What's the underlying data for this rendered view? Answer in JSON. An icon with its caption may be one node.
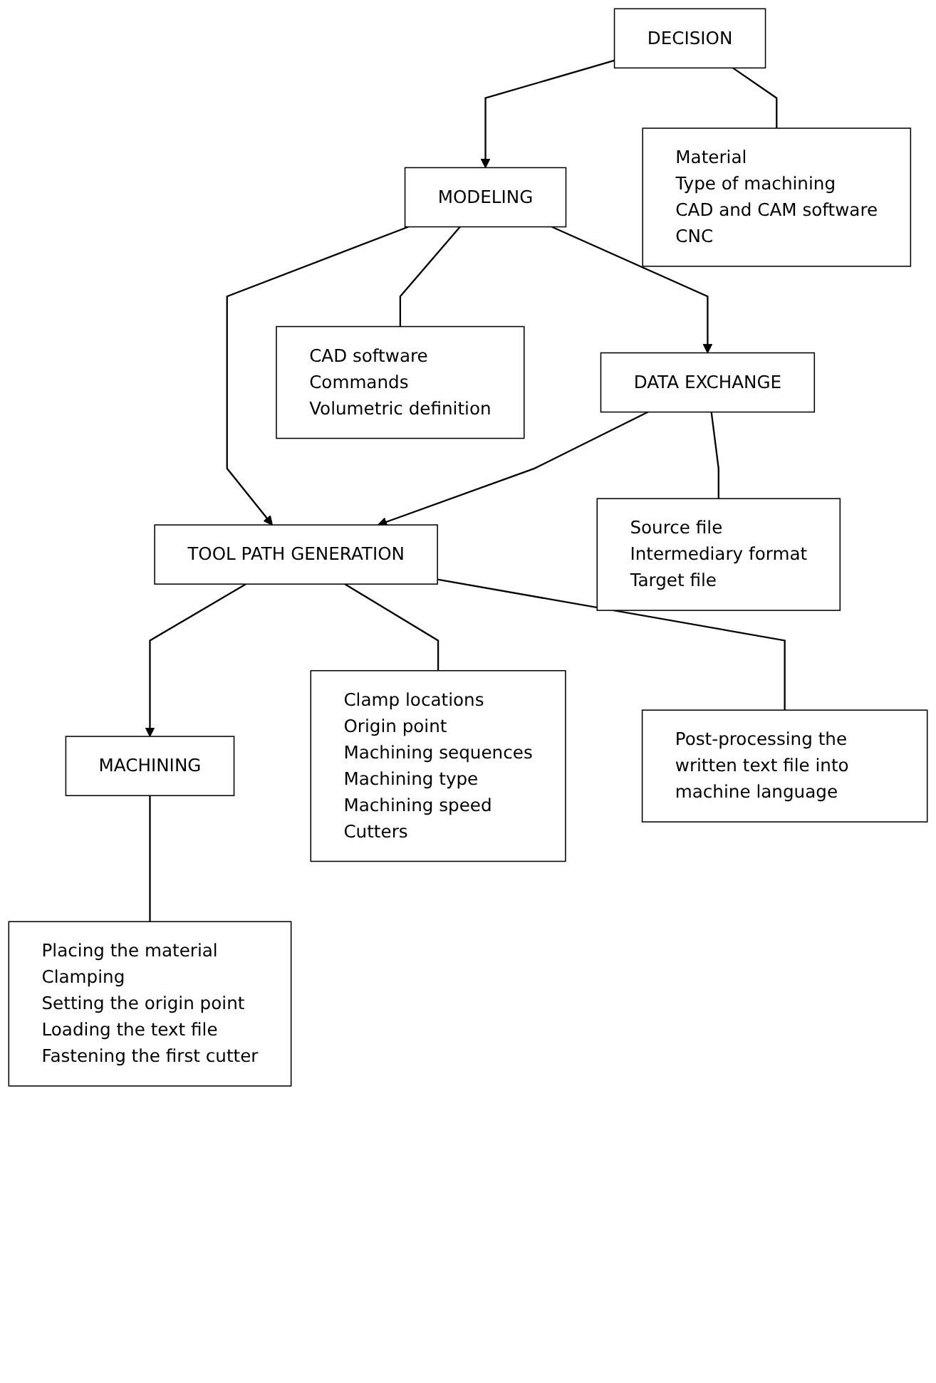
{
  "diagram": {
    "nodes": [
      {
        "text": [
          "DECISION"
        ]
      },
      {
        "text": [
          "Material",
          "Type of machining",
          "CAD and CAM software",
          "CNC"
        ]
      },
      {
        "text": [
          "MODELING"
        ]
      },
      {
        "text": [
          "CAD software",
          "Commands",
          "Volumetric definition"
        ]
      },
      {
        "text": [
          "DATA EXCHANGE"
        ]
      },
      {
        "text": [
          "Source file",
          "Intermediary format",
          "Target file"
        ]
      },
      {
        "text": [
          "TOOL PATH GENERATION"
        ]
      },
      {
        "text": [
          "Clamp locations",
          "Origin point",
          "Machining sequences",
          "Machining type",
          "Machining speed",
          "Cutters"
        ]
      },
      {
        "text": [
          "Post-processing the written text file into machine language"
        ]
      },
      {
        "text": [
          "MACHINING"
        ]
      },
      {
        "text": [
          "Placing the material",
          "Clamping",
          "Setting the origin point",
          "Loading the text file",
          "Fastening the first cutter"
        ]
      }
    ],
    "edges": [
      {
        "from": 0,
        "to": 1,
        "arrow": "none"
      },
      {
        "from": 0,
        "to": 2,
        "arrow": "to"
      },
      {
        "from": 2,
        "to": 3,
        "arrow": "none"
      },
      {
        "from": 2,
        "to": 4,
        "arrow": "to"
      },
      {
        "from": 2,
        "to": 6,
        "arrow": "to"
      },
      {
        "from": 4,
        "to": 5,
        "arrow": "none"
      },
      {
        "from": 4,
        "to": 6,
        "arrow": "to"
      },
      {
        "from": 6,
        "to": 7,
        "arrow": "none"
      },
      {
        "from": 6,
        "to": 8,
        "arrow": "none"
      },
      {
        "from": 6,
        "to": 9,
        "arrow": "to"
      },
      {
        "from": 9,
        "to": 10,
        "arrow": "none"
      }
    ]
  }
}
